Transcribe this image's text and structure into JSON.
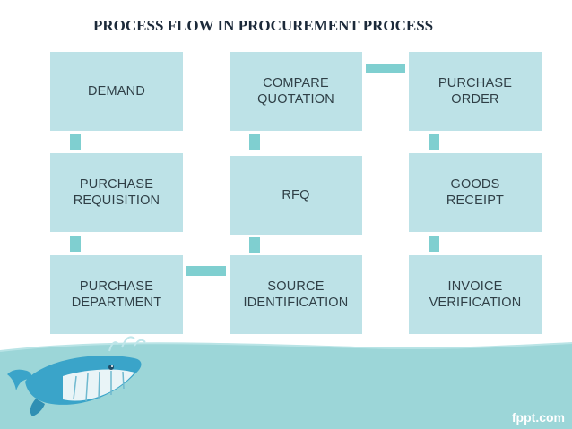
{
  "title": "PROCESS FLOW IN PROCUREMENT PROCESS",
  "colors": {
    "box_fill": "#bde2e7",
    "connector": "#7fcfd0",
    "water": "#9cd6d8",
    "whale": "#3aa4c9"
  },
  "columns": [
    {
      "steps": [
        {
          "label": "DEMAND"
        },
        {
          "label": "PURCHASE\nREQUISITION"
        },
        {
          "label": "PURCHASE\nDEPARTMENT"
        }
      ]
    },
    {
      "steps": [
        {
          "label": "COMPARE\nQUOTATION"
        },
        {
          "label": "RFQ"
        },
        {
          "label": "SOURCE\nIDENTIFICATION"
        }
      ]
    },
    {
      "steps": [
        {
          "label": "PURCHASE\nORDER"
        },
        {
          "label": "GOODS\nRECEIPT"
        },
        {
          "label": "INVOICE\nVERIFICATION"
        }
      ]
    }
  ],
  "footer": {
    "logo_text": "fppt.com",
    "decoration": "whale-icon"
  }
}
